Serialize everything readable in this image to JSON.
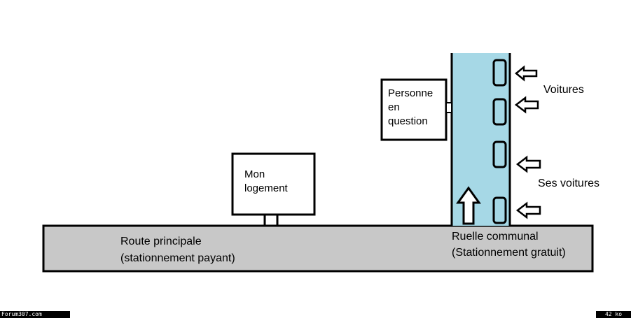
{
  "colors": {
    "road": "#c8c8c8",
    "alley": "#a6d8e6",
    "stroke": "#000000",
    "background": "#ffffff"
  },
  "road": {
    "name": "Route principale",
    "note": "(stationnement payant)"
  },
  "alley": {
    "name": "Ruelle communal",
    "note": "(Stationnement gratuit)"
  },
  "buildings": {
    "home": {
      "line1": "Mon",
      "line2": "logement"
    },
    "person": {
      "line1": "Personne",
      "line2": "en",
      "line3": "question"
    }
  },
  "annotations": {
    "cars_label": "Voitures",
    "his_cars_label": "Ses voitures"
  },
  "footer": {
    "watermark": "Forum307.com",
    "size": "42 ko"
  }
}
